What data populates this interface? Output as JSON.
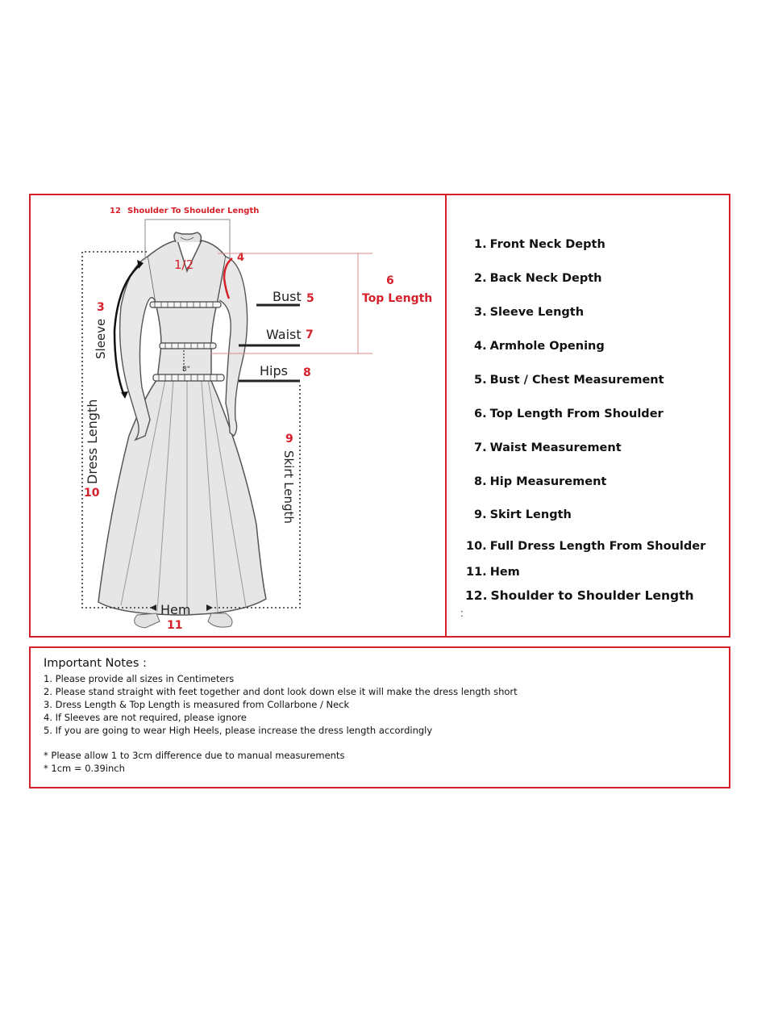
{
  "diagram": {
    "shoulder_label_num": "12",
    "shoulder_label": "Shoulder To Shoulder Length",
    "neck_marker": "1/2",
    "armhole_marker": "4",
    "top_length_num": "6",
    "top_length_label": "Top Length",
    "sleeve_num": "3",
    "sleeve_label": "Sleeve",
    "bust_label": "Bust",
    "bust_num": "5",
    "waist_label": "Waist",
    "waist_num": "7",
    "hips_label": "Hips",
    "hips_num": "8",
    "gap_label": "8\"",
    "dress_length_label": "Dress Length",
    "dress_length_num": "10",
    "skirt_num": "9",
    "skirt_label": "Skirt Length",
    "hem_label": "Hem",
    "hem_num": "11",
    "accent_color": "#d6202a"
  },
  "measurements": [
    {
      "num": "1.",
      "label": "Front Neck Depth"
    },
    {
      "num": "2.",
      "label": "Back Neck Depth"
    },
    {
      "num": "3.",
      "label": "Sleeve Length"
    },
    {
      "num": "4.",
      "label": "Armhole Opening"
    },
    {
      "num": "5.",
      "label": "Bust / Chest Measurement"
    },
    {
      "num": "6.",
      "label": "Top Length From Shoulder"
    },
    {
      "num": "7.",
      "label": "Waist Measurement"
    },
    {
      "num": "8.",
      "label": "Hip Measurement"
    },
    {
      "num": "9.",
      "label": "Skirt Length"
    },
    {
      "num": "10.",
      "label": "Full Dress Length From Shoulder"
    },
    {
      "num": "11.",
      "label": "Hem"
    },
    {
      "num": "12.",
      "label": "Shoulder to Shoulder Length"
    }
  ],
  "stray_colon": ":",
  "notes": {
    "title": "Important Notes :",
    "items": [
      "1. Please provide all sizes in Centimeters",
      "2. Please stand straight with feet together and dont look down else it will make the dress length short",
      "3. Dress Length & Top Length  is measured from Collarbone / Neck",
      "4. If Sleeves are not required, please ignore",
      "5. If you are going to wear High Heels, please increase the dress length accordingly"
    ],
    "footnotes": [
      "* Please allow 1 to 3cm difference due to manual measurements",
      "* 1cm = 0.39inch"
    ]
  }
}
